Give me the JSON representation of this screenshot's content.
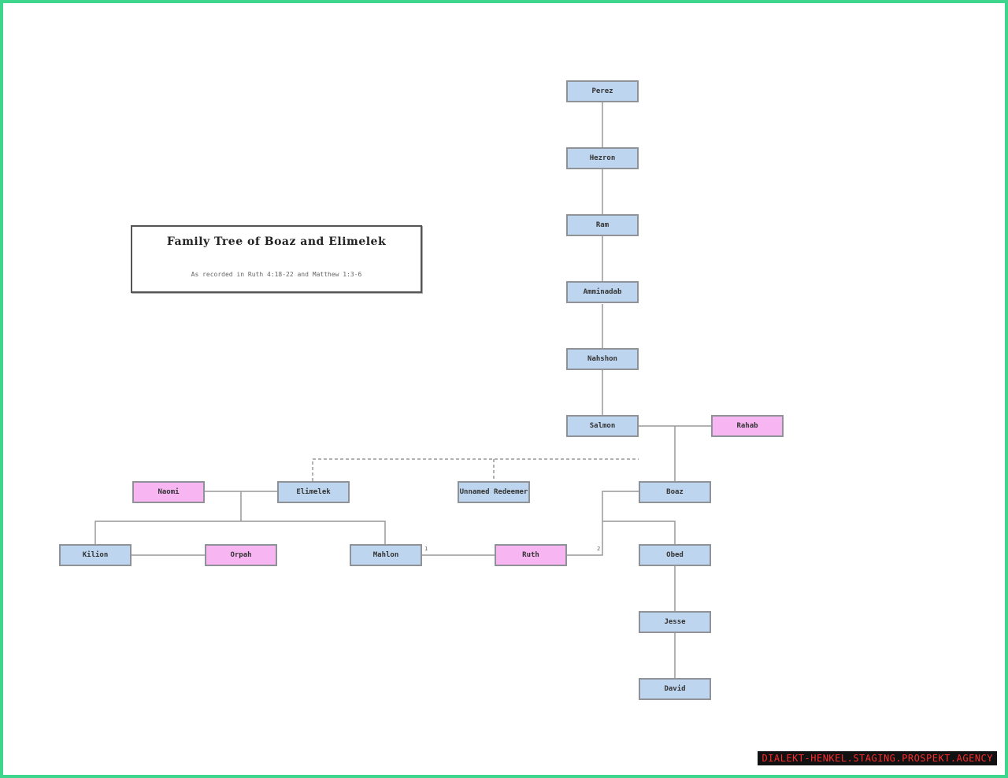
{
  "title": "Family Tree of Boaz and Elimelek",
  "subtitle": "As recorded in Ruth 4:18-22 and Matthew 1:3-6",
  "watermark": "DIALEKT-HENKEL.STAGING.PROSPEKT.AGENCY",
  "people": {
    "perez": "Perez",
    "hezron": "Hezron",
    "ram": "Ram",
    "amminadab": "Amminadab",
    "nahshon": "Nahshon",
    "salmon": "Salmon",
    "rahab": "Rahab",
    "naomi": "Naomi",
    "elimelek": "Elimelek",
    "unnamed_redeemer": "Unnamed Redeemer",
    "boaz": "Boaz",
    "kilion": "Kilion",
    "orpah": "Orpah",
    "mahlon": "Mahlon",
    "ruth": "Ruth",
    "obed": "Obed",
    "jesse": "Jesse",
    "david": "David"
  },
  "marriage_labels": {
    "mahlon_ruth": "1",
    "boaz_ruth": "2"
  },
  "colors": {
    "male": "#bdd5ee",
    "female": "#f7b5f2",
    "line": "#999999",
    "border": "#3ed68c"
  }
}
